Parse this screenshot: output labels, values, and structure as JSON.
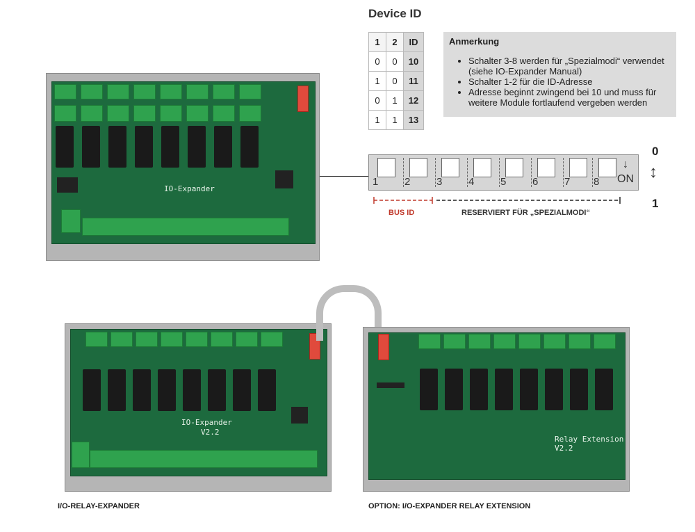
{
  "device_id": {
    "title": "Device ID",
    "headers": [
      "1",
      "2",
      "ID"
    ],
    "rows": [
      [
        "0",
        "0",
        "10"
      ],
      [
        "1",
        "0",
        "11"
      ],
      [
        "0",
        "1",
        "12"
      ],
      [
        "1",
        "1",
        "13"
      ]
    ]
  },
  "note": {
    "title": "Anmerkung",
    "items": [
      "Schalter 3-8 werden für „Spezialmodi“ verwendet (siehe IO-Expander Manual)",
      "Schalter 1-2 für die ID-Adresse",
      "Adresse beginnt zwingend bei 10 und muss für weitere Module fortlaufend vergeben werden"
    ]
  },
  "dip_switch": {
    "numbers": [
      "1",
      "2",
      "3",
      "4",
      "5",
      "6",
      "7",
      "8"
    ],
    "on_label": "ON",
    "state_top": "0",
    "state_bottom": "1",
    "bus_id_label": "BUS ID",
    "reserved_label": "RESERVIERT FÜR „SPEZIALMODI“"
  },
  "boards": {
    "top_silkscreen": "IO-Expander",
    "bottom_left_silkscreen": [
      "IO-Expander",
      "V2.2"
    ],
    "bottom_right_silkscreen": [
      "Relay Extension",
      "V2.2"
    ]
  },
  "captions": {
    "left": "I/O-RELAY-EXPANDER",
    "right": "OPTION: I/O-EXPANDER RELAY EXTENSION"
  },
  "colors": {
    "pcb": "#1d6a3e",
    "terminal": "#2fa24e",
    "bus_id": "#c0392b",
    "note_bg": "#dcdcdc"
  }
}
